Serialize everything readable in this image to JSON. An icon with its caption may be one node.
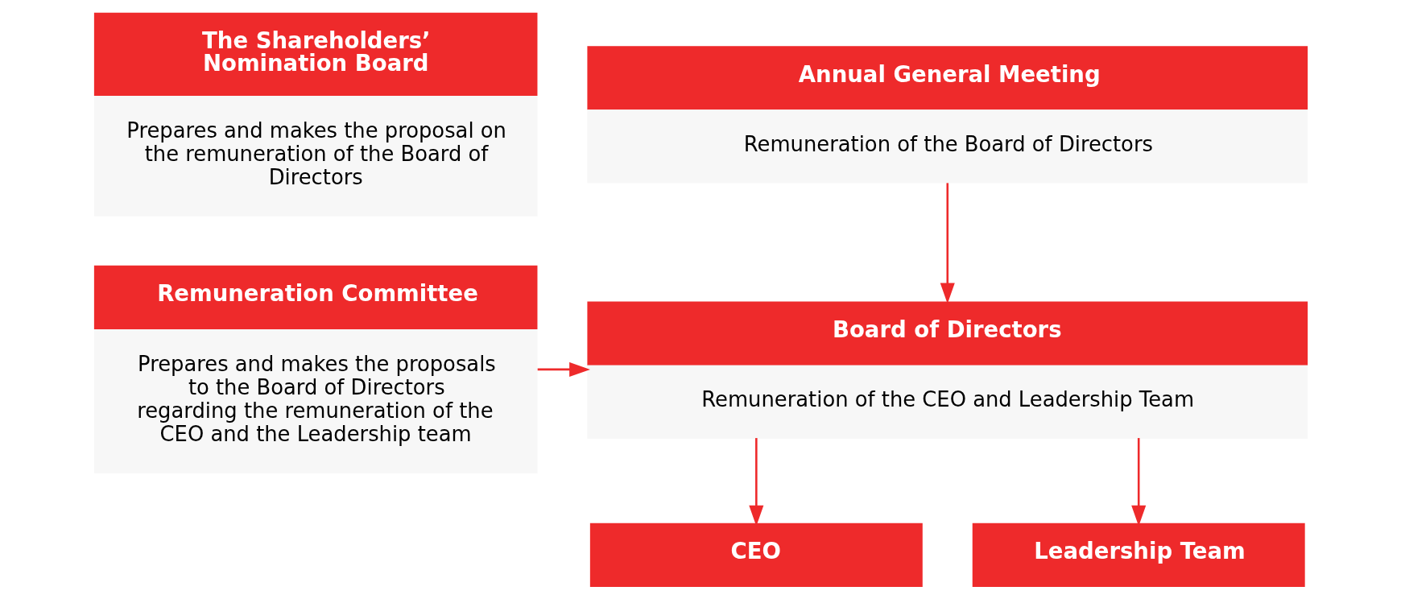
{
  "diagram": {
    "nodes": [
      {
        "text": [
          "The Shareholders’ Nomination Board",
          "Prepares and makes the proposal on the remuneration of the Board of Directors"
        ]
      },
      {
        "text": [
          "Remuneration Committee",
          "Prepares and makes the proposals to the Board of Directors regarding the remuneration of the CEO and the Leadership team"
        ]
      },
      {
        "text": [
          "Annual General Meeting",
          "Remuneration of the Board of Directors"
        ]
      },
      {
        "text": [
          "Board of Directors",
          "Remuneration of the CEO and Leadership Team"
        ]
      },
      {
        "text": [
          "CEO"
        ]
      },
      {
        "text": [
          "Leadership Team"
        ]
      }
    ],
    "edges": [
      {
        "from": 2,
        "to": 3,
        "arrow": "to"
      },
      {
        "from": 1,
        "to": 3,
        "arrow": "to"
      },
      {
        "from": 3,
        "to": 4,
        "arrow": "to"
      },
      {
        "from": 3,
        "to": 5,
        "arrow": "to"
      }
    ]
  }
}
